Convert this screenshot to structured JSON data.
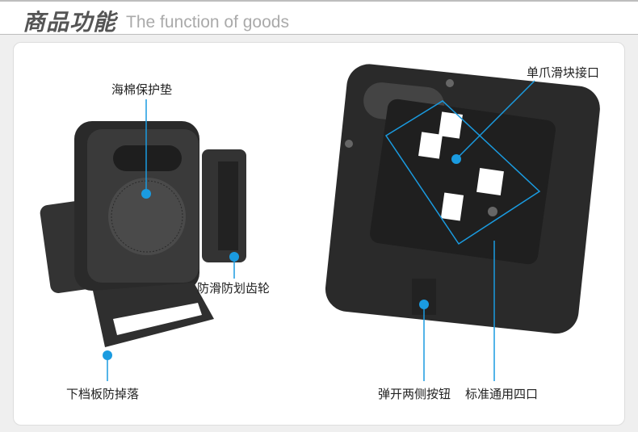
{
  "header": {
    "title_cn": "商品功能",
    "title_en": "The function of goods"
  },
  "labels": {
    "sponge_pad": "海棉保护垫",
    "anti_slip_gear": "防滑防划齿轮",
    "lower_baffle": "下档板防掉落",
    "single_claw_slider": "单爪滑块接口",
    "side_buttons": "弹开两侧按钮",
    "standard_four_port": "标准通用四口"
  },
  "colors": {
    "accent": "#1a9be0",
    "product": "#2b2b2b"
  }
}
